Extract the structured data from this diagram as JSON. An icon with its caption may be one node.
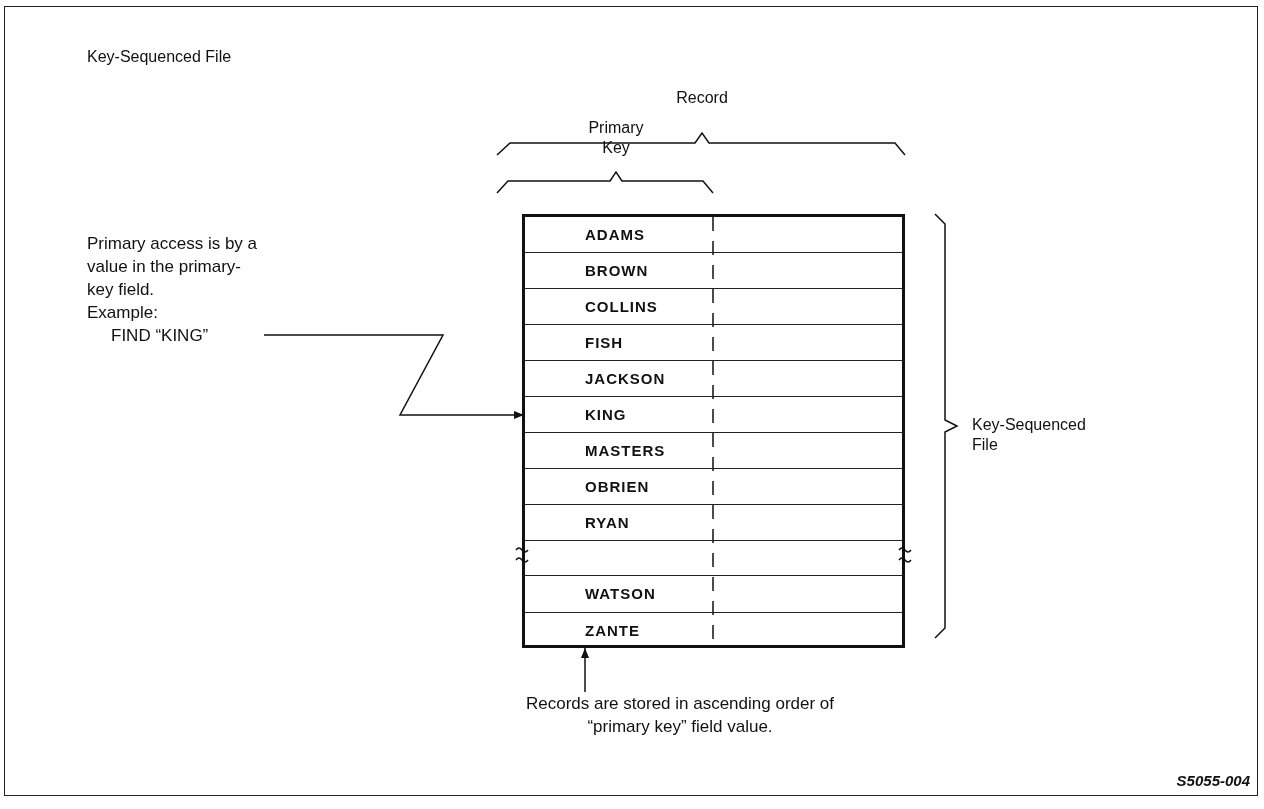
{
  "diagram": {
    "title": "Key-Sequenced File",
    "nodes": [
      {
        "text": [],
        "shape": "box"
      },
      {
        "text": [
          "ADAMS"
        ],
        "in": 0
      },
      {
        "text": [
          "BROWN"
        ],
        "in": 0
      },
      {
        "text": [
          "COLLINS"
        ],
        "in": 0
      },
      {
        "text": [
          "FISH"
        ],
        "in": 0
      },
      {
        "text": [
          "JACKSON"
        ],
        "in": 0
      },
      {
        "text": [
          "KING"
        ],
        "in": 0
      },
      {
        "text": [
          "MASTERS"
        ],
        "in": 0
      },
      {
        "text": [
          "OBRIEN"
        ],
        "in": 0
      },
      {
        "text": [
          "RYAN"
        ],
        "in": 0
      },
      {
        "text": [],
        "shape": "box",
        "in": 0
      },
      {
        "text": [
          "WATSON"
        ],
        "in": 0
      },
      {
        "text": [
          "ZANTE"
        ],
        "in": 0
      },
      {
        "text": [
          "Primary access is by a value in the primary-key field.",
          "Example:",
          "FIND “KING”"
        ]
      },
      {
        "text": [
          "Records are stored in ascending order of “primary key” field value."
        ]
      }
    ],
    "edges": [
      {
        "from": 13,
        "to": 6,
        "arrow": "to"
      },
      {
        "from": 14,
        "to": 0,
        "arrow": "to"
      }
    ],
    "labels": [
      "Record",
      "Primary Key",
      "Key-Sequenced File",
      "S5055-004"
    ]
  }
}
